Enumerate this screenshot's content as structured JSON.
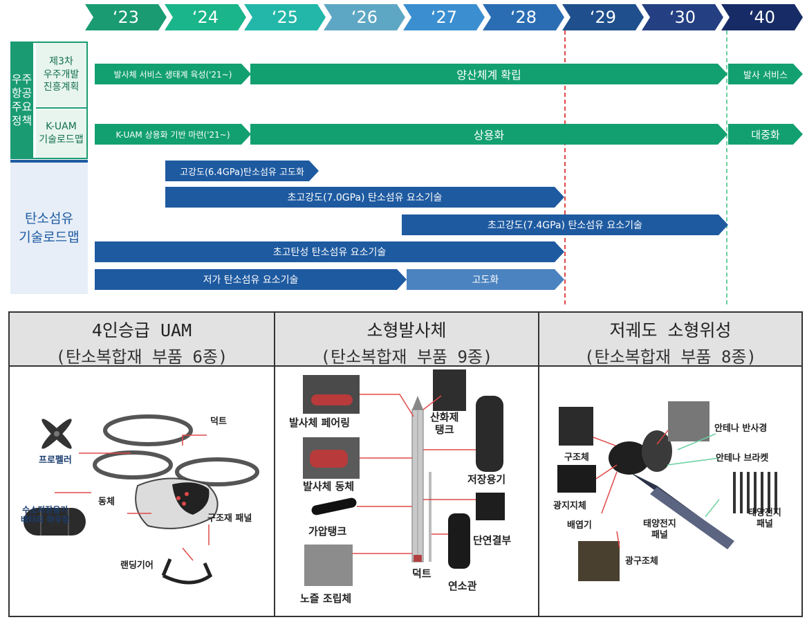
{
  "timeline": {
    "years": [
      {
        "label": "‘23",
        "color": "#1a9b72"
      },
      {
        "label": "‘24",
        "color": "#1ab58a"
      },
      {
        "label": "‘25",
        "color": "#22b7a8"
      },
      {
        "label": "‘26",
        "color": "#5ea7c4"
      },
      {
        "label": "‘27",
        "color": "#3b8fd0"
      },
      {
        "label": "‘28",
        "color": "#2a6db3"
      },
      {
        "label": "‘29",
        "color": "#1f4f8c"
      },
      {
        "label": "‘30",
        "color": "#243f82"
      },
      {
        "label": "‘40",
        "color": "#172c66"
      }
    ],
    "policy_group_label": "우주\n항공\n주요\n정책",
    "policy_rows": [
      {
        "label": "제3차\n우주개발\n진흥계획",
        "bars": [
          "발사체 서비스 생태계 육성('21~)",
          "양산체계 확립",
          "발사 서비스"
        ]
      },
      {
        "label": "K-UAM\n기술로드맵",
        "bars": [
          "K-UAM 상용화 기반 마련('21~)",
          "상용화",
          "대중화"
        ]
      }
    ],
    "carbon_group_label": "탄소섬유\n기술로드맵",
    "carbon_bars": [
      "고강도(6.4GPa)탄소섬유 고도화",
      "초고강도(7.0GPa) 탄소섬유 요소기술",
      "초고강도(7.4GPa) 탄소섬유 요소기술",
      "초고탄성 탄소섬유 요소기술",
      "저가 탄소섬유 요소기술",
      "고도화"
    ]
  },
  "panels": [
    {
      "title": "4인승급 UAM",
      "subtitle": "(탄소복합재 부품 6종)",
      "labels": [
        "덕트",
        "프로펠러",
        "수소저장용기\n배터리 하우징",
        "동체",
        "구조재 패널",
        "랜딩기어"
      ]
    },
    {
      "title": "소형발사체",
      "subtitle": "(탄소복합재 부품 9종)",
      "labels": [
        "발사체 페어링",
        "산화제\n탱크",
        "발사체 동체",
        "저장용기",
        "가압탱크",
        "단연결부",
        "덕트",
        "연소관",
        "노즐 조립체"
      ]
    },
    {
      "title": "저궤도 소형위성",
      "subtitle": "(탄소복합재 부품 8종)",
      "labels": [
        "안테나 반사경",
        "구조체",
        "안테나 브라켓",
        "광지지체",
        "태양전지\n패널",
        "배엽기",
        "태양전지\n패널",
        "광구조체"
      ]
    }
  ],
  "colors": {
    "policy_green": "#13a070",
    "carbon_blue": "#1e5aa0",
    "carbon_light_blue": "#4b83c0",
    "marker_red": "#e04848",
    "marker_green": "#6bd0a0"
  }
}
